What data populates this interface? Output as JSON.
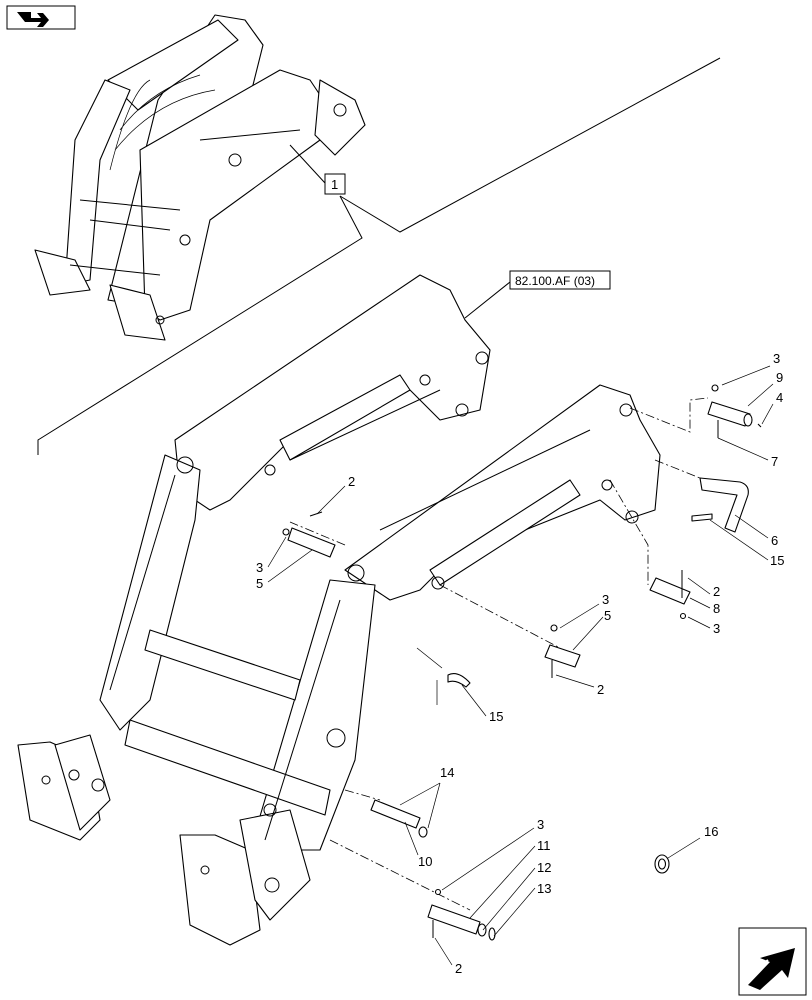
{
  "reference_label": "82.100.AF (03)",
  "assembly_label": "1",
  "callouts": [
    "2",
    "3",
    "9",
    "4",
    "7",
    "6",
    "15",
    "8",
    "3",
    "2",
    "5",
    "3",
    "2",
    "5",
    "3",
    "15",
    "14",
    "10",
    "3",
    "11",
    "12",
    "13",
    "2",
    "16"
  ],
  "icons": {
    "top_left": "assembly-nav-icon",
    "bottom_right": "next-page-arrow-icon"
  }
}
